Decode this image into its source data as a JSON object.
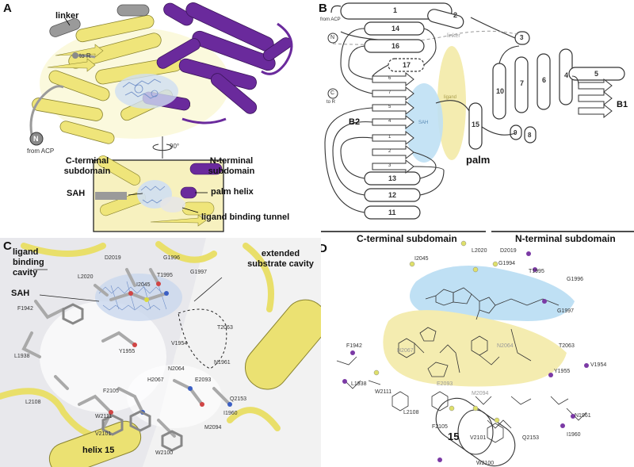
{
  "panels": {
    "A": {
      "label": "A",
      "linker": "linker",
      "to_r": "to R",
      "n_term": "N",
      "from_acp": "from ACP",
      "c_sub": "C-terminal subdomain",
      "n_sub": "N-terminal subdomain",
      "rotation": "90°",
      "sah": "SAH",
      "palm_helix": "palm helix",
      "tunnel": "ligand binding tunnel"
    },
    "B": {
      "label": "B",
      "helices_top": [
        "1",
        "2",
        "3"
      ],
      "from_acp": "from ACP",
      "n_term": "N",
      "c_term": "C",
      "to_r": "to R",
      "linker": "linker",
      "strands_left": [
        "14",
        "16",
        "17"
      ],
      "helices_left": [
        "13",
        "12",
        "11"
      ],
      "helix_15": "15",
      "ligand": "ligand",
      "sah": "SAH",
      "b2": "B2",
      "b1": "B1",
      "palm": "palm",
      "right_helices": [
        "10",
        "7",
        "6",
        "4",
        "5",
        "9",
        "8"
      ],
      "strand_nums_upper": [
        "6",
        "7",
        "5",
        "4"
      ],
      "strand_nums_lower": [
        "1",
        "2",
        "3"
      ]
    },
    "C": {
      "label": "C",
      "ligand_cavity": "ligand binding cavity",
      "sah": "SAH",
      "extended": "extended substrate cavity",
      "helix15": "helix 15",
      "residues": [
        "D2019",
        "G1996",
        "G1997",
        "L2020",
        "T1995",
        "I2045",
        "F1942",
        "L1938",
        "T2063",
        "Y1955",
        "V1954",
        "N2064",
        "N1961",
        "H2067",
        "E2093",
        "F2105",
        "L2108",
        "W2111",
        "V2101",
        "I1960",
        "Q2153",
        "M2094",
        "W2100"
      ]
    },
    "D": {
      "label": "D",
      "c_sub": "C-terminal subdomain",
      "n_sub": "N-terminal subdomain",
      "helix15": "15",
      "residues_top": [
        "I2045",
        "L2020",
        "D2019",
        "G1994",
        "T1995",
        "G1996",
        "G1997",
        "T2063"
      ],
      "residues_mid": [
        "F1942",
        "L1938",
        "W2111",
        "H2067",
        "E2093",
        "M2094",
        "N2064",
        "Y1955",
        "V1954"
      ],
      "residues_low": [
        "L2108",
        "F2105",
        "V2101",
        "Q2153",
        "I1960",
        "N1961",
        "W2100"
      ]
    }
  },
  "colors": {
    "yellow": "#efe57a",
    "purple": "#6a2a9c",
    "grey": "#8a8a8a",
    "blue_mesh": "#9db6e0",
    "ligand_yellow": "#f4ecb0",
    "sah_blue": "#bfe0f4"
  }
}
